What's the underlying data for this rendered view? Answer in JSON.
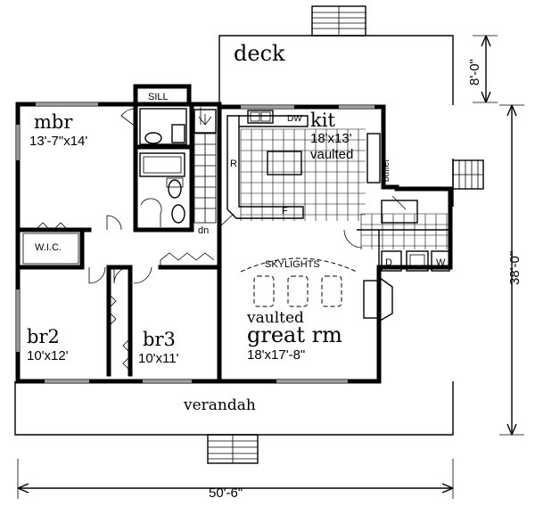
{
  "rooms": {
    "deck": "deck",
    "mbr": {
      "name": "mbr",
      "size": "13'-7\"x14'"
    },
    "kit": {
      "name": "kit",
      "size": "18'x13'",
      "note": "vaulted"
    },
    "br2": {
      "name": "br2",
      "size": "10'x12'"
    },
    "br3": {
      "name": "br3",
      "size": "10'x11'"
    },
    "great": {
      "note": "vaulted",
      "name": "great rm",
      "size": "18'x17'-8\""
    },
    "verandah": "verandah"
  },
  "labels": {
    "sill": "SILL",
    "wic": "W.I.C.",
    "skylights": "SKYLIGHTS",
    "buffet": "buffet",
    "dn": "dn",
    "dw": "DW",
    "r": "R",
    "f": "F",
    "d": "D",
    "w": "W"
  },
  "dimensions": {
    "width": "50'-6\"",
    "depth": "38'-0\"",
    "deck_depth": "8'-0\""
  }
}
